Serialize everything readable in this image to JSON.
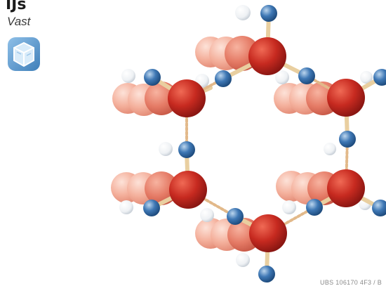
{
  "header": {
    "title": "IJs",
    "subtitle": "Vast"
  },
  "icon": {
    "name": "ice-cube-icon"
  },
  "credit": {
    "text": "UBS 106170 4F3 / B"
  },
  "colors": {
    "oxygen": "#c0271f",
    "oxygen_faded": "#f2b7a6",
    "hydrogen_link": "#2f6aa8",
    "hydrogen_faded": "#ffffff",
    "bond": "#e9cfa0",
    "icon_blue": "#6a9fd0"
  }
}
